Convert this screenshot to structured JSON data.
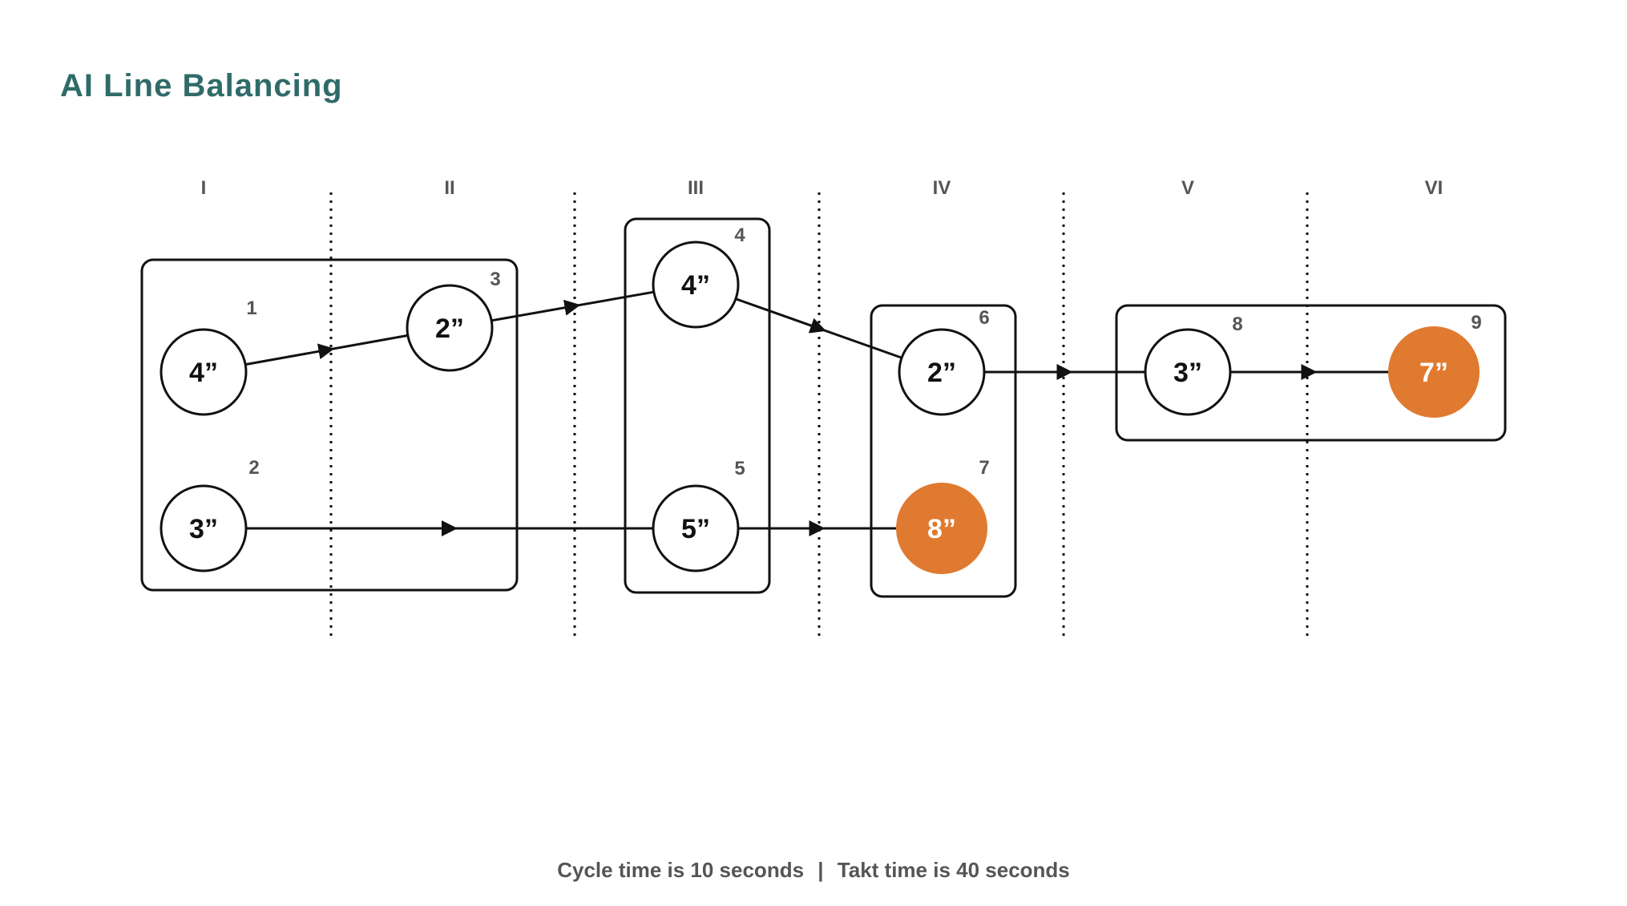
{
  "title": "AI Line Balancing",
  "stations": [
    "I",
    "II",
    "III",
    "IV",
    "V",
    "VI"
  ],
  "tasks": [
    {
      "number": "1",
      "time": "4”",
      "highlight": false
    },
    {
      "number": "2",
      "time": "3”",
      "highlight": false
    },
    {
      "number": "3",
      "time": "2”",
      "highlight": false
    },
    {
      "number": "4",
      "time": "4”",
      "highlight": false
    },
    {
      "number": "5",
      "time": "5”",
      "highlight": false
    },
    {
      "number": "6",
      "time": "2”",
      "highlight": false
    },
    {
      "number": "7",
      "time": "8”",
      "highlight": true
    },
    {
      "number": "8",
      "time": "3”",
      "highlight": false
    },
    {
      "number": "9",
      "time": "7”",
      "highlight": true
    }
  ],
  "edges": [
    [
      "1",
      "3"
    ],
    [
      "3",
      "4"
    ],
    [
      "4",
      "6"
    ],
    [
      "2",
      "5"
    ],
    [
      "5",
      "7"
    ],
    [
      "6",
      "8"
    ],
    [
      "8",
      "9"
    ]
  ],
  "footer": {
    "cycle": "Cycle time is 10 seconds",
    "separator": "|",
    "takt": "Takt time is 40 seconds"
  },
  "colors": {
    "title": "#2f6b68",
    "highlight": "#e07a30",
    "stroke": "#111111",
    "label": "#555555"
  }
}
